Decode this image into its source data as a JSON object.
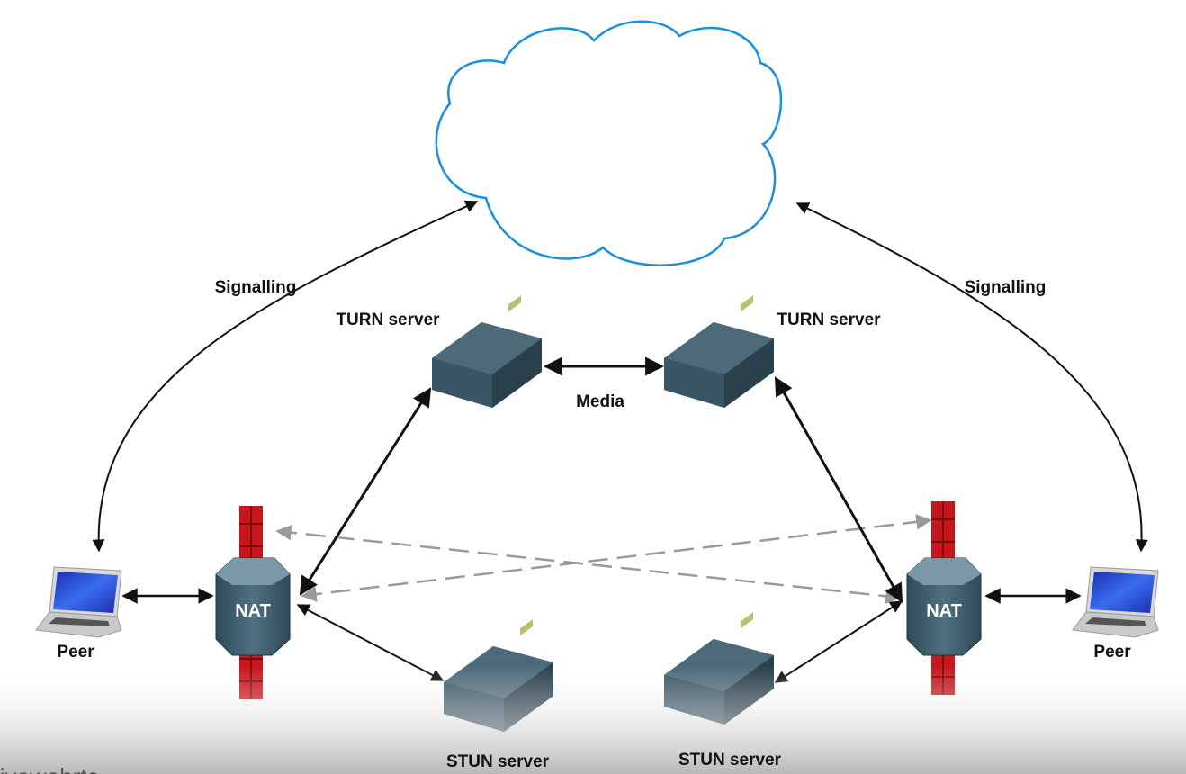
{
  "labels": {
    "signalling_left": "Signalling",
    "signalling_right": "Signalling",
    "turn_left": "TURN server",
    "turn_right": "TURN server",
    "media": "Media",
    "nat_left": "NAT",
    "nat_right": "NAT",
    "peer_left": "Peer",
    "peer_right": "Peer",
    "stun_left": "STUN server",
    "stun_right": "STUN server"
  },
  "watermark": "livewebrtc",
  "colors": {
    "cloud_stroke": "#1a8fe0",
    "firewall": "#c8161d",
    "server": "#3d5868",
    "nat_box": "#456676",
    "dashed_arrow": "#9a9a9a",
    "laptop_screen": "#1f3fd0"
  }
}
